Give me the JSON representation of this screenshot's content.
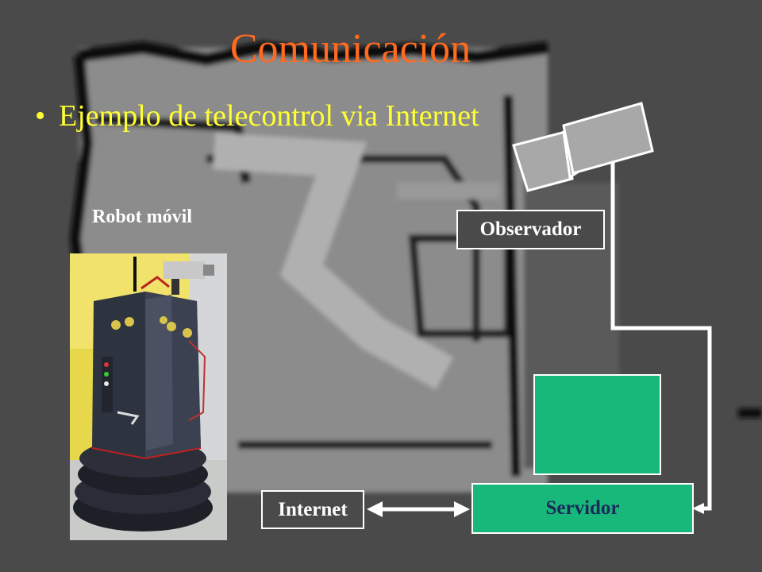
{
  "slide": {
    "title": "Comunicación",
    "bullet": "Ejemplo de telecontrol via Internet"
  },
  "diagram": {
    "robot_label": "Robot móvil",
    "observer_label": "Observador",
    "internet_label": "Internet",
    "server_label": "Servidor"
  },
  "colors": {
    "title": "#ff6a1f",
    "bullet_text": "#ffff33",
    "server_box": "#18b87a",
    "background": "#4a4a4a"
  }
}
